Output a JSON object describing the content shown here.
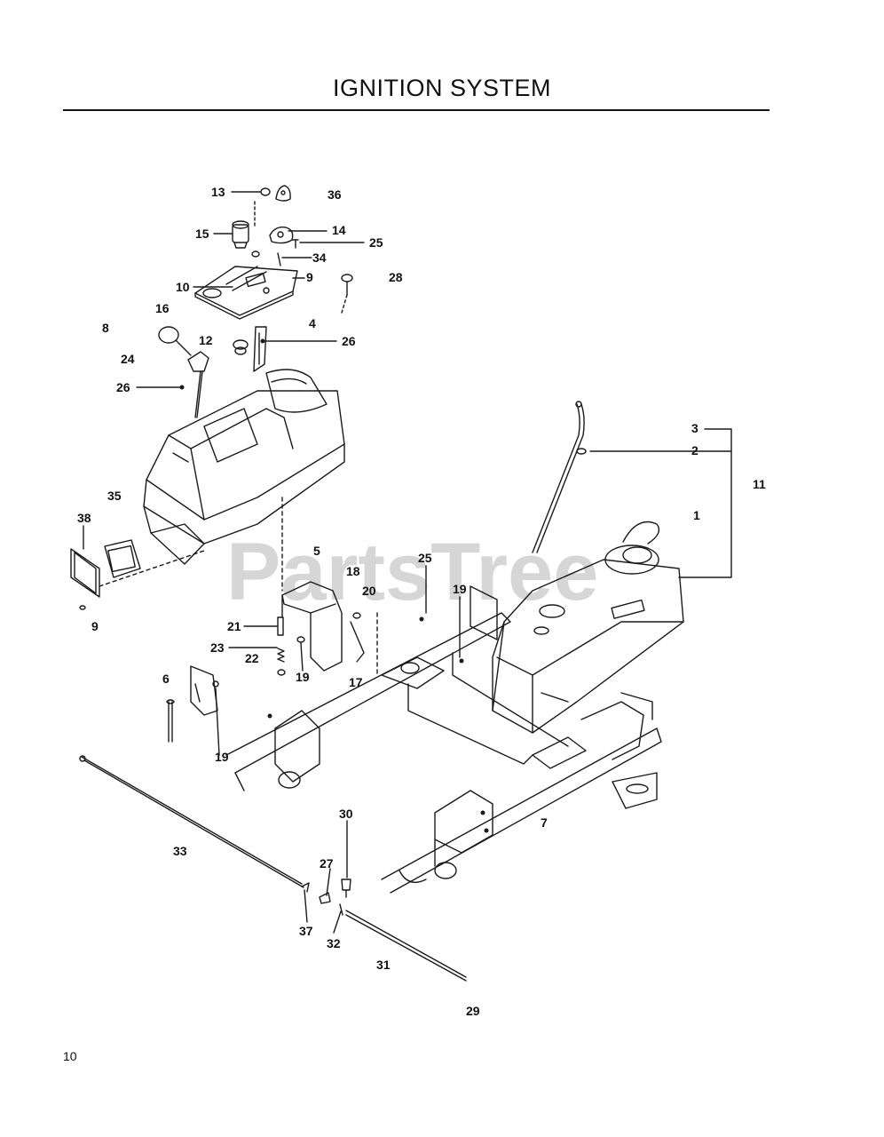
{
  "page": {
    "title": "IGNITION SYSTEM",
    "page_number": "10",
    "watermark": "PartsTree"
  },
  "callouts": [
    {
      "id": "13",
      "label": "13"
    },
    {
      "id": "36",
      "label": "36"
    },
    {
      "id": "15",
      "label": "15"
    },
    {
      "id": "14",
      "label": "14"
    },
    {
      "id": "25a",
      "label": "25"
    },
    {
      "id": "34",
      "label": "34"
    },
    {
      "id": "10",
      "label": "10"
    },
    {
      "id": "9a",
      "label": "9"
    },
    {
      "id": "28",
      "label": "28"
    },
    {
      "id": "16",
      "label": "16"
    },
    {
      "id": "4",
      "label": "4"
    },
    {
      "id": "8",
      "label": "8"
    },
    {
      "id": "12",
      "label": "12"
    },
    {
      "id": "26a",
      "label": "26"
    },
    {
      "id": "24",
      "label": "24"
    },
    {
      "id": "26b",
      "label": "26"
    },
    {
      "id": "3",
      "label": "3"
    },
    {
      "id": "2",
      "label": "2"
    },
    {
      "id": "11",
      "label": "11"
    },
    {
      "id": "35",
      "label": "35"
    },
    {
      "id": "1",
      "label": "1"
    },
    {
      "id": "38",
      "label": "38"
    },
    {
      "id": "5",
      "label": "5"
    },
    {
      "id": "25b",
      "label": "25"
    },
    {
      "id": "18",
      "label": "18"
    },
    {
      "id": "20",
      "label": "20"
    },
    {
      "id": "19a",
      "label": "19"
    },
    {
      "id": "9b",
      "label": "9"
    },
    {
      "id": "21",
      "label": "21"
    },
    {
      "id": "23",
      "label": "23"
    },
    {
      "id": "22",
      "label": "22"
    },
    {
      "id": "19b",
      "label": "19"
    },
    {
      "id": "17",
      "label": "17"
    },
    {
      "id": "6",
      "label": "6"
    },
    {
      "id": "19c",
      "label": "19"
    },
    {
      "id": "30",
      "label": "30"
    },
    {
      "id": "7",
      "label": "7"
    },
    {
      "id": "33",
      "label": "33"
    },
    {
      "id": "27",
      "label": "27"
    },
    {
      "id": "37",
      "label": "37"
    },
    {
      "id": "32",
      "label": "32"
    },
    {
      "id": "31",
      "label": "31"
    },
    {
      "id": "29",
      "label": "29"
    }
  ]
}
